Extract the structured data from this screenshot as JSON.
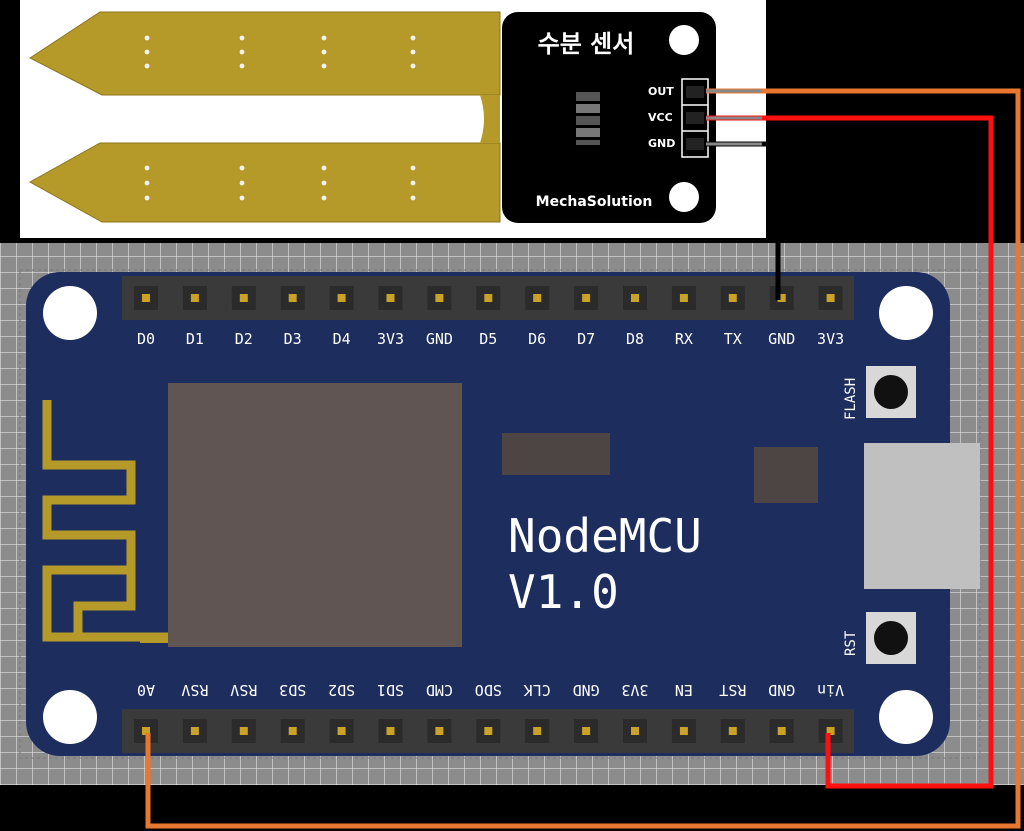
{
  "sensor": {
    "title": "수분 센서",
    "brand": "MechaSolution",
    "pins": [
      "OUT",
      "VCC",
      "GND"
    ]
  },
  "board": {
    "title_line1": "NodeMCU",
    "title_line2": "V1.0",
    "flash_label": "FLASH",
    "rst_label": "RST",
    "top_pins": [
      "D0",
      "D1",
      "D2",
      "D3",
      "D4",
      "3V3",
      "GND",
      "D5",
      "D6",
      "D7",
      "D8",
      "RX",
      "TX",
      "GND",
      "3V3"
    ],
    "bottom_pins": [
      "A0",
      "RSV",
      "RSV",
      "SD3",
      "SD2",
      "SD1",
      "CMD",
      "SDO",
      "CLK",
      "GND",
      "3V3",
      "EN",
      "RST",
      "GND",
      "Vin"
    ]
  },
  "colors": {
    "board": "#1c2d5e",
    "probe": "#b59a2a",
    "wire_signal": "#e8782f",
    "wire_power": "#ff1010",
    "wire_ground": "#000000",
    "usb": "#c0c0c0"
  },
  "connections": [
    {
      "from": "OUT",
      "to": "A0",
      "color": "orange"
    },
    {
      "from": "VCC",
      "to": "Vin",
      "color": "red"
    },
    {
      "from": "GND",
      "to": "GND",
      "color": "black"
    }
  ]
}
